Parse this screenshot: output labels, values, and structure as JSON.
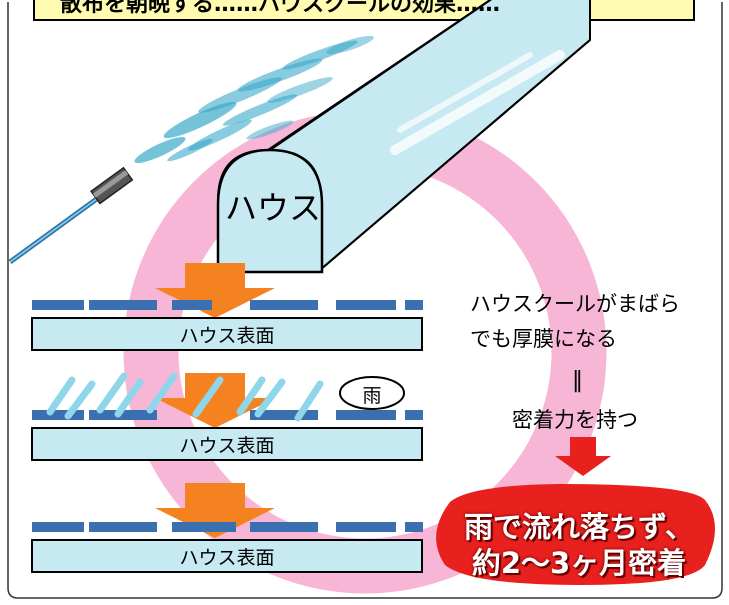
{
  "header": {
    "banner_text": "散布を朝晩する……ハウスクールの効果……"
  },
  "house": {
    "label": "ハウス"
  },
  "layers": [
    {
      "surface_label": "ハウス表面"
    },
    {
      "surface_label": "ハウス表面",
      "rain_label": "雨"
    },
    {
      "surface_label": "ハウス表面"
    }
  ],
  "explanation": {
    "line1": "ハウスクールがまばら",
    "line2": "でも厚膜になる",
    "equals": "‖",
    "line3": "密着力を持つ"
  },
  "result": {
    "line1": "雨で流れ落ちず、",
    "line2": "約2〜3ヶ月密着"
  },
  "colors": {
    "ring": "#f7b6d6",
    "house_fill": "#c6e9f2",
    "coating": "#3a6fb0",
    "arrow_orange": "#f58220",
    "arrow_red": "#e8201e",
    "result_bg": "#e8201e",
    "banner_bg": "#fffbb0",
    "spray": "#3aa9c9"
  }
}
